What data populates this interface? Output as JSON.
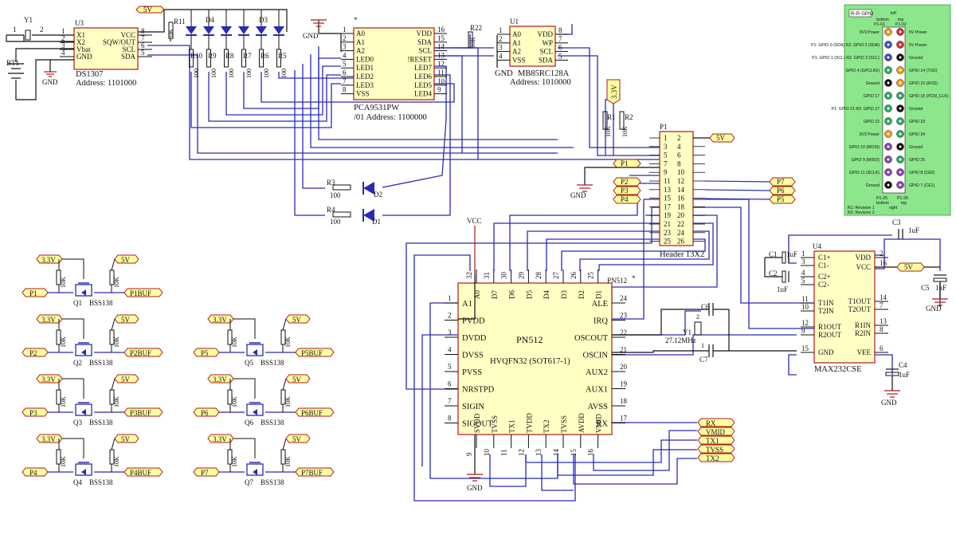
{
  "power_flags": {
    "v5": "5V",
    "v33": "3.3V",
    "vcc": "VCC",
    "gnd": "GND",
    "v3_3_vert": "3.3V"
  },
  "u3": {
    "ref": "U3",
    "part": "DS1307",
    "address": "Address: 1101000",
    "pins_left": [
      "X1",
      "X2",
      "Vbat",
      "GND"
    ],
    "pins_right": [
      "VCC",
      "SQW/OUT",
      "SCL",
      "SDA"
    ],
    "nums_left": [
      "1",
      "2",
      "3",
      "4"
    ],
    "nums_right": [
      "8",
      "7",
      "6",
      "5"
    ]
  },
  "y1_crystal": {
    "ref": "Y1",
    "n1": "1",
    "n2": "2"
  },
  "bt1": {
    "ref": "BT1"
  },
  "r11": {
    "ref": "R11",
    "value": "10K"
  },
  "leds_top": {
    "d4": "D4",
    "d3": "D3"
  },
  "resistors_top": [
    {
      "ref": "R10",
      "value": "100"
    },
    {
      "ref": "R9",
      "value": "100"
    },
    {
      "ref": "R8",
      "value": "100"
    },
    {
      "ref": "R7",
      "value": "100"
    },
    {
      "ref": "R6",
      "value": "100"
    },
    {
      "ref": "R5",
      "value": "100"
    }
  ],
  "u_pca": {
    "star": "*",
    "part": "PCA9531PW",
    "address": "/01 Address: 1100000",
    "pins_left": [
      "A0",
      "A1",
      "A2",
      "LED0",
      "LED1",
      "LED2",
      "LED3",
      "VSS"
    ],
    "pins_right": [
      "VDD",
      "SDA",
      "SCL",
      "!RESET",
      "LED7",
      "LED6",
      "LED5",
      "LED4"
    ],
    "nums_left": [
      "1",
      "2",
      "3",
      "4",
      "5",
      "6",
      "7",
      "8"
    ],
    "nums_right": [
      "16",
      "15",
      "14",
      "13",
      "12",
      "11",
      "10",
      "9"
    ]
  },
  "r22": {
    "ref": "R22",
    "value": "10K"
  },
  "u1": {
    "ref": "U1",
    "part": "MB85RC128A",
    "address": "Address: 1010000",
    "gnd": "GND",
    "pins_left": [
      "A0",
      "A1",
      "A2",
      "VSS"
    ],
    "pins_right": [
      "VDD",
      "WP",
      "SCL",
      "SDA"
    ],
    "nums_left": [
      "1",
      "2",
      "3",
      "4"
    ],
    "nums_right": [
      "8",
      "7",
      "6",
      "5"
    ]
  },
  "r1": {
    "ref": "R1",
    "value": "10K"
  },
  "r2": {
    "ref": "R2",
    "value": "10K"
  },
  "r3": {
    "ref": "R3",
    "value": "100"
  },
  "r4": {
    "ref": "R4",
    "value": "100"
  },
  "d2": "D2",
  "d1": "D1",
  "p1": {
    "ref": "P1",
    "name": "Header 13X2",
    "left_nums": [
      "1",
      "3",
      "5",
      "7",
      "9",
      "11",
      "13",
      "15",
      "17",
      "19",
      "21",
      "23",
      "25"
    ],
    "right_nums": [
      "2",
      "4",
      "6",
      "8",
      "10",
      "12",
      "14",
      "16",
      "18",
      "20",
      "22",
      "24",
      "26"
    ]
  },
  "port_flags": {
    "p1": "P1",
    "p2": "P2",
    "p3": "P3",
    "p4": "P4",
    "p5": "P5",
    "p6": "P6",
    "p7": "P7"
  },
  "pn512": {
    "ref": "PN512",
    "star": "*",
    "title": "PN512",
    "package": "HVQFN32 (SOT617-1)",
    "left_pins": [
      "A1",
      "PVDD",
      "DVDD",
      "DVSS",
      "PVSS",
      "NRSTPD",
      "SIGIN",
      "SIGOUT"
    ],
    "left_nums": [
      "1",
      "2",
      "3",
      "4",
      "5",
      "6",
      "7",
      "8"
    ],
    "right_pins": [
      "ALE",
      "IRQ",
      "OSCOUT",
      "OSCIN",
      "AUX2",
      "AUX1",
      "AVSS",
      "RX"
    ],
    "right_nums": [
      "24",
      "23",
      "22",
      "21",
      "20",
      "19",
      "18",
      "17"
    ],
    "top_pins": [
      "A0",
      "D7",
      "D6",
      "D5",
      "D4",
      "D3",
      "D2",
      "D1"
    ],
    "top_nums": [
      "32",
      "31",
      "30",
      "29",
      "28",
      "27",
      "26",
      "25"
    ],
    "bottom_pins": [
      "SVDD",
      "TVSS",
      "TX1",
      "TVDD",
      "TX2",
      "TVSS",
      "AVDD",
      "VMID"
    ],
    "bottom_nums": [
      "9",
      "10",
      "11",
      "12",
      "13",
      "14",
      "15",
      "16"
    ]
  },
  "pn_crystal": {
    "ref": "Y1",
    "freq": "27.12MHz",
    "n1": "1",
    "n2": "2",
    "c6": "C6",
    "c7": "C7"
  },
  "rf_flags": [
    "RX",
    "VMID",
    "TX1",
    "TVSS",
    "TX2"
  ],
  "max232": {
    "ref": "U4",
    "part": "MAX232CSE",
    "left_pins": [
      "C1+",
      "C1-",
      "C2+",
      "C2-",
      "T1IN",
      "T2IN",
      "R1OUT",
      "R2OUT",
      "GND"
    ],
    "left_nums": [
      "1",
      "3",
      "4",
      "5",
      "11",
      "10",
      "12",
      "9",
      "15"
    ],
    "right_pins": [
      "VDD",
      "VCC",
      "T1OUT",
      "T2OUT",
      "R1IN",
      "R2IN",
      "VEE"
    ],
    "right_nums": [
      "2",
      "16",
      "14",
      "7",
      "13",
      "8",
      "6"
    ]
  },
  "caps": {
    "c1": "C1",
    "c1v": "1uF",
    "c2": "C2",
    "c2v": "1uF",
    "c3": "C3",
    "c3v": "1uF",
    "c4": "C4",
    "c4v": "1uF",
    "c5": "C5",
    "c5v": "1uF"
  },
  "level_shifters": [
    {
      "port": "P1",
      "buf": "P1BUF",
      "q": "Q1",
      "part": "BSS138"
    },
    {
      "port": "P2",
      "buf": "P2BUF",
      "q": "Q2",
      "part": "BSS138"
    },
    {
      "port": "P3",
      "buf": "P3BUF",
      "q": "Q3",
      "part": "BSS138"
    },
    {
      "port": "P4",
      "buf": "P4BUF",
      "q": "Q4",
      "part": "BSS138"
    },
    {
      "port": "P5",
      "buf": "P5BUF",
      "q": "Q5",
      "part": "BSS138"
    },
    {
      "port": "P6",
      "buf": "P6BUF",
      "q": "Q6",
      "part": "BSS138"
    },
    {
      "port": "P7",
      "buf": "P7BUF",
      "q": "Q7",
      "part": "BSS138"
    }
  ],
  "shifter_res": "10K",
  "rpi_gpio": {
    "title": "R-Pi GPIO",
    "left_hdr": "left",
    "bottom_hdr": "bottom",
    "top_hdr": "top",
    "col1": "P1-01",
    "col2": "P1-02",
    "left_labels": [
      "3V3 Power",
      "P1: GPIO 0 (SDA) R2: GPIO 2 (SDA)",
      "P1: GPIO 1 (SCL) R2: GPIO 3 (SCL)",
      "GPIO 4 (GPCLK0)",
      "Ground",
      "GPIO 17",
      "P1: GPIO 21 R2: GPIO 27",
      "GPIO 22",
      "3V3 Power",
      "GPIO 10 (MOSI)",
      "GPIO 9 (MISO)",
      "GPIO 11 (SCLK)",
      "Ground"
    ],
    "right_labels": [
      "5V Power",
      "5V Power",
      "Ground",
      "GPIO 14 (TXD)",
      "GPIO 15 (RXD)",
      "GPIO 18 (PCM_CLK)",
      "Ground",
      "GPIO 23",
      "GPIO 24",
      "Ground",
      "GPIO 25",
      "GPIO 8 (CE0)",
      "GPIO 7 (CE1)"
    ],
    "left_colors": [
      "#f39c12",
      "#3f51b5",
      "#3f51b5",
      "#27ae60",
      "#111111",
      "#27ae60",
      "#27ae60",
      "#27ae60",
      "#f39c12",
      "#8e44ad",
      "#8e44ad",
      "#8e44ad",
      "#111111"
    ],
    "right_colors": [
      "#d32f2f",
      "#d32f2f",
      "#111111",
      "#f39c12",
      "#f39c12",
      "#27ae60",
      "#111111",
      "#27ae60",
      "#27ae60",
      "#111111",
      "#27ae60",
      "#8e44ad",
      "#8e44ad"
    ],
    "footer1": "P1-25",
    "footer2": "P1-26",
    "footer_b": "bottom",
    "footer_r": "right",
    "footer_t": "top",
    "rev1": "R1: Revision 1",
    "rev2": "R2: Revision 2"
  }
}
